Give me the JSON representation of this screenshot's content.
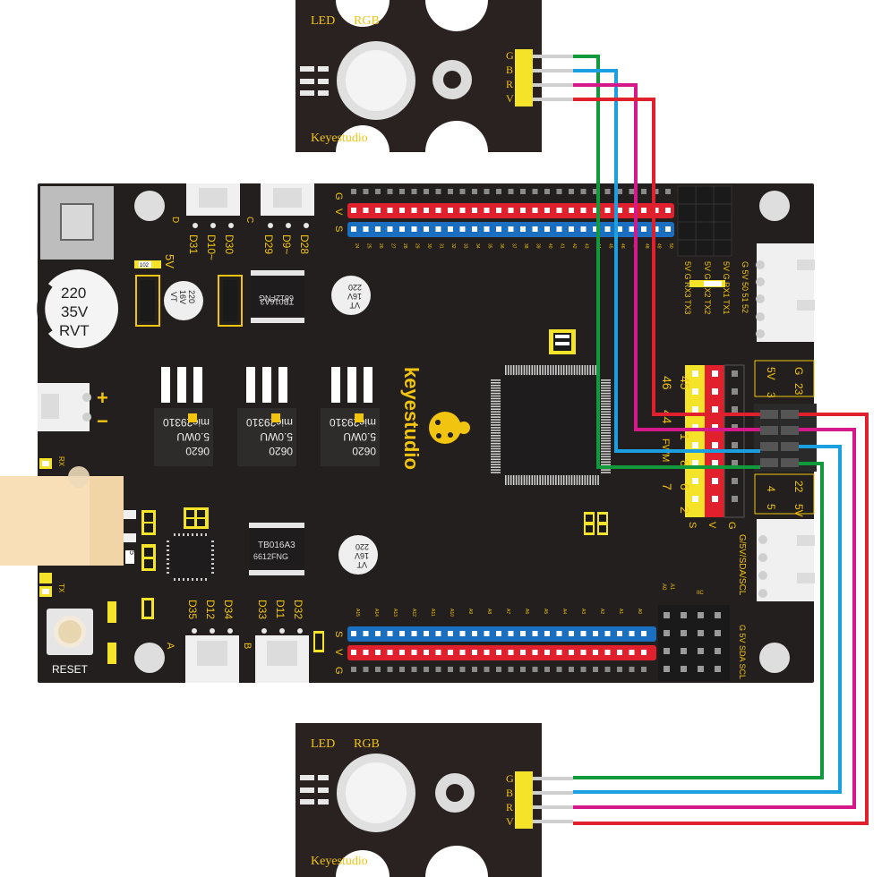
{
  "top_module": {
    "led_label": "LED",
    "rgb_label": "RGB",
    "brand": "Keyestudio",
    "pins": [
      "G",
      "B",
      "R",
      "V"
    ]
  },
  "bottom_module": {
    "led_label": "LED",
    "rgb_label": "RGB",
    "brand": "Keyestudio",
    "pins": [
      "G",
      "B",
      "R",
      "V"
    ]
  },
  "board": {
    "brand": "keyestudio",
    "capacitor_big": [
      "220",
      "35V",
      "RVT"
    ],
    "capacitor_small": [
      "220",
      "16V",
      "VT"
    ],
    "power_plus": "+",
    "power_minus": "−",
    "power_5v": "5V",
    "top_header_rows": [
      "G",
      "V",
      "S"
    ],
    "top_header_numbers": [
      "24",
      "25",
      "26",
      "27",
      "28",
      "29",
      "30",
      "31",
      "32",
      "33",
      "34",
      "35",
      "36",
      "37",
      "38",
      "39",
      "40",
      "41",
      "42",
      "43",
      "44",
      "45",
      "46",
      "47",
      "48",
      "49",
      "50"
    ],
    "bottom_header_rows": [
      "S",
      "V",
      "G"
    ],
    "bottom_header_numbers": [
      "A15",
      "A14",
      "A13",
      "A12",
      "A11",
      "A10",
      "A9",
      "A8",
      "A7",
      "A6",
      "A5",
      "A4",
      "A3",
      "A2",
      "A1",
      "A0"
    ],
    "top_left_digital": [
      "D31",
      "D10~",
      "D30"
    ],
    "top_right_digital": [
      "D29",
      "D9~",
      "D28"
    ],
    "bottom_left_digital": [
      "D35",
      "D12",
      "D34"
    ],
    "bottom_right_digital": [
      "D33",
      "D11",
      "D32"
    ],
    "motor_letters": [
      "D",
      "C",
      "A",
      "B"
    ],
    "regulator_label": [
      "mic29310",
      "5.0WU",
      "0620"
    ],
    "driver_chip": [
      "TB016A3",
      "6612FNG"
    ],
    "serial_labels": [
      "5V G RX3 TX3",
      "5V G RX2 TX2",
      "5V G RX1 TX1",
      "G 5V 50 51 52"
    ],
    "pwm_labels": [
      "46",
      "45",
      "44",
      "1",
      "8",
      "7",
      "6",
      "2"
    ],
    "pwm_side": [
      "5V",
      "3",
      "G",
      "23"
    ],
    "pwm_side_bottom": [
      "4",
      "5",
      "22",
      "5V"
    ],
    "fw_label": "FWM",
    "header_svg": [
      "S",
      "V",
      "G"
    ],
    "i2c_label": "G/5V/SDA/SCL",
    "i2c_label2": "G 5V SDA SCL",
    "iic": "IIC",
    "a0a1": [
      "A0",
      "A1"
    ],
    "tx_label": "TX",
    "rx_label": "RX",
    "reset_label": "RESET",
    "resistor_label": "102",
    "num_5": "5"
  },
  "wire_colors": {
    "green": "#109a3c",
    "blue": "#1aa0e0",
    "magenta": "#d6198a",
    "red": "#e0202c"
  }
}
